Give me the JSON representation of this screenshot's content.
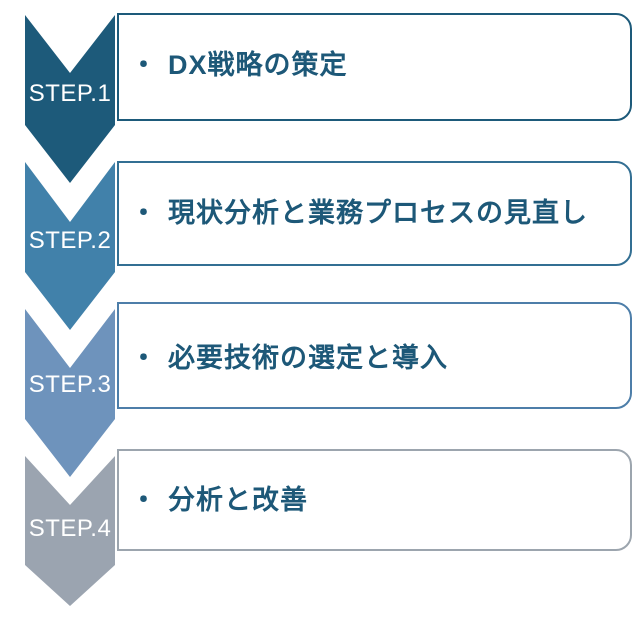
{
  "diagram": {
    "background_color": "#ffffff",
    "description_text_color": "#1d5878",
    "step_label_text_color": "#ffffff",
    "steps": [
      {
        "step_label": "STEP.1",
        "bullet": "・",
        "label": "DX戦略の策定",
        "chevron_color": "#1d5a7a",
        "box_border_color": "#1d5a7a"
      },
      {
        "step_label": "STEP.2",
        "bullet": "・",
        "label": "現状分析と業務プロセスの見直し",
        "chevron_color": "#4181aa",
        "box_border_color": "#336f93"
      },
      {
        "step_label": "STEP.3",
        "bullet": "・",
        "label": "必要技術の選定と導入",
        "chevron_color": "#6e93bc",
        "box_border_color": "#4d7ea9"
      },
      {
        "step_label": "STEP.4",
        "bullet": "・",
        "label": "分析と改善",
        "chevron_color": "#9ba4b0",
        "box_border_color": "#9ca5ae"
      }
    ]
  }
}
